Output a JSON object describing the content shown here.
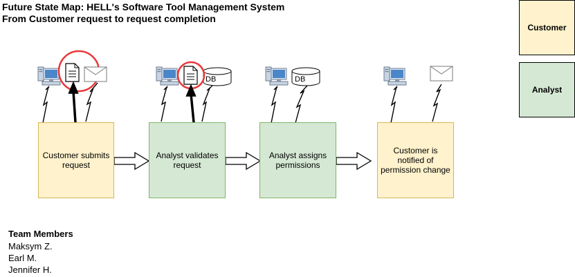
{
  "header": {
    "title": "Future State Map: HELL's Software Tool Management System",
    "subtitle": "From Customer request to request completion"
  },
  "legend": {
    "customer": "Customer",
    "analyst": "Analyst"
  },
  "steps": [
    {
      "label": "Customer submits request",
      "role": "customer"
    },
    {
      "label": "Analyst validates request",
      "role": "analyst"
    },
    {
      "label": "Analyst assigns permissions",
      "role": "analyst"
    },
    {
      "label": "Customer is notified of permission change",
      "role": "customer"
    }
  ],
  "icons": {
    "db_label": "DB"
  },
  "team": {
    "title": "Team Members",
    "members": [
      "Maksym Z.",
      "Earl M.",
      "Jennifer H."
    ]
  }
}
